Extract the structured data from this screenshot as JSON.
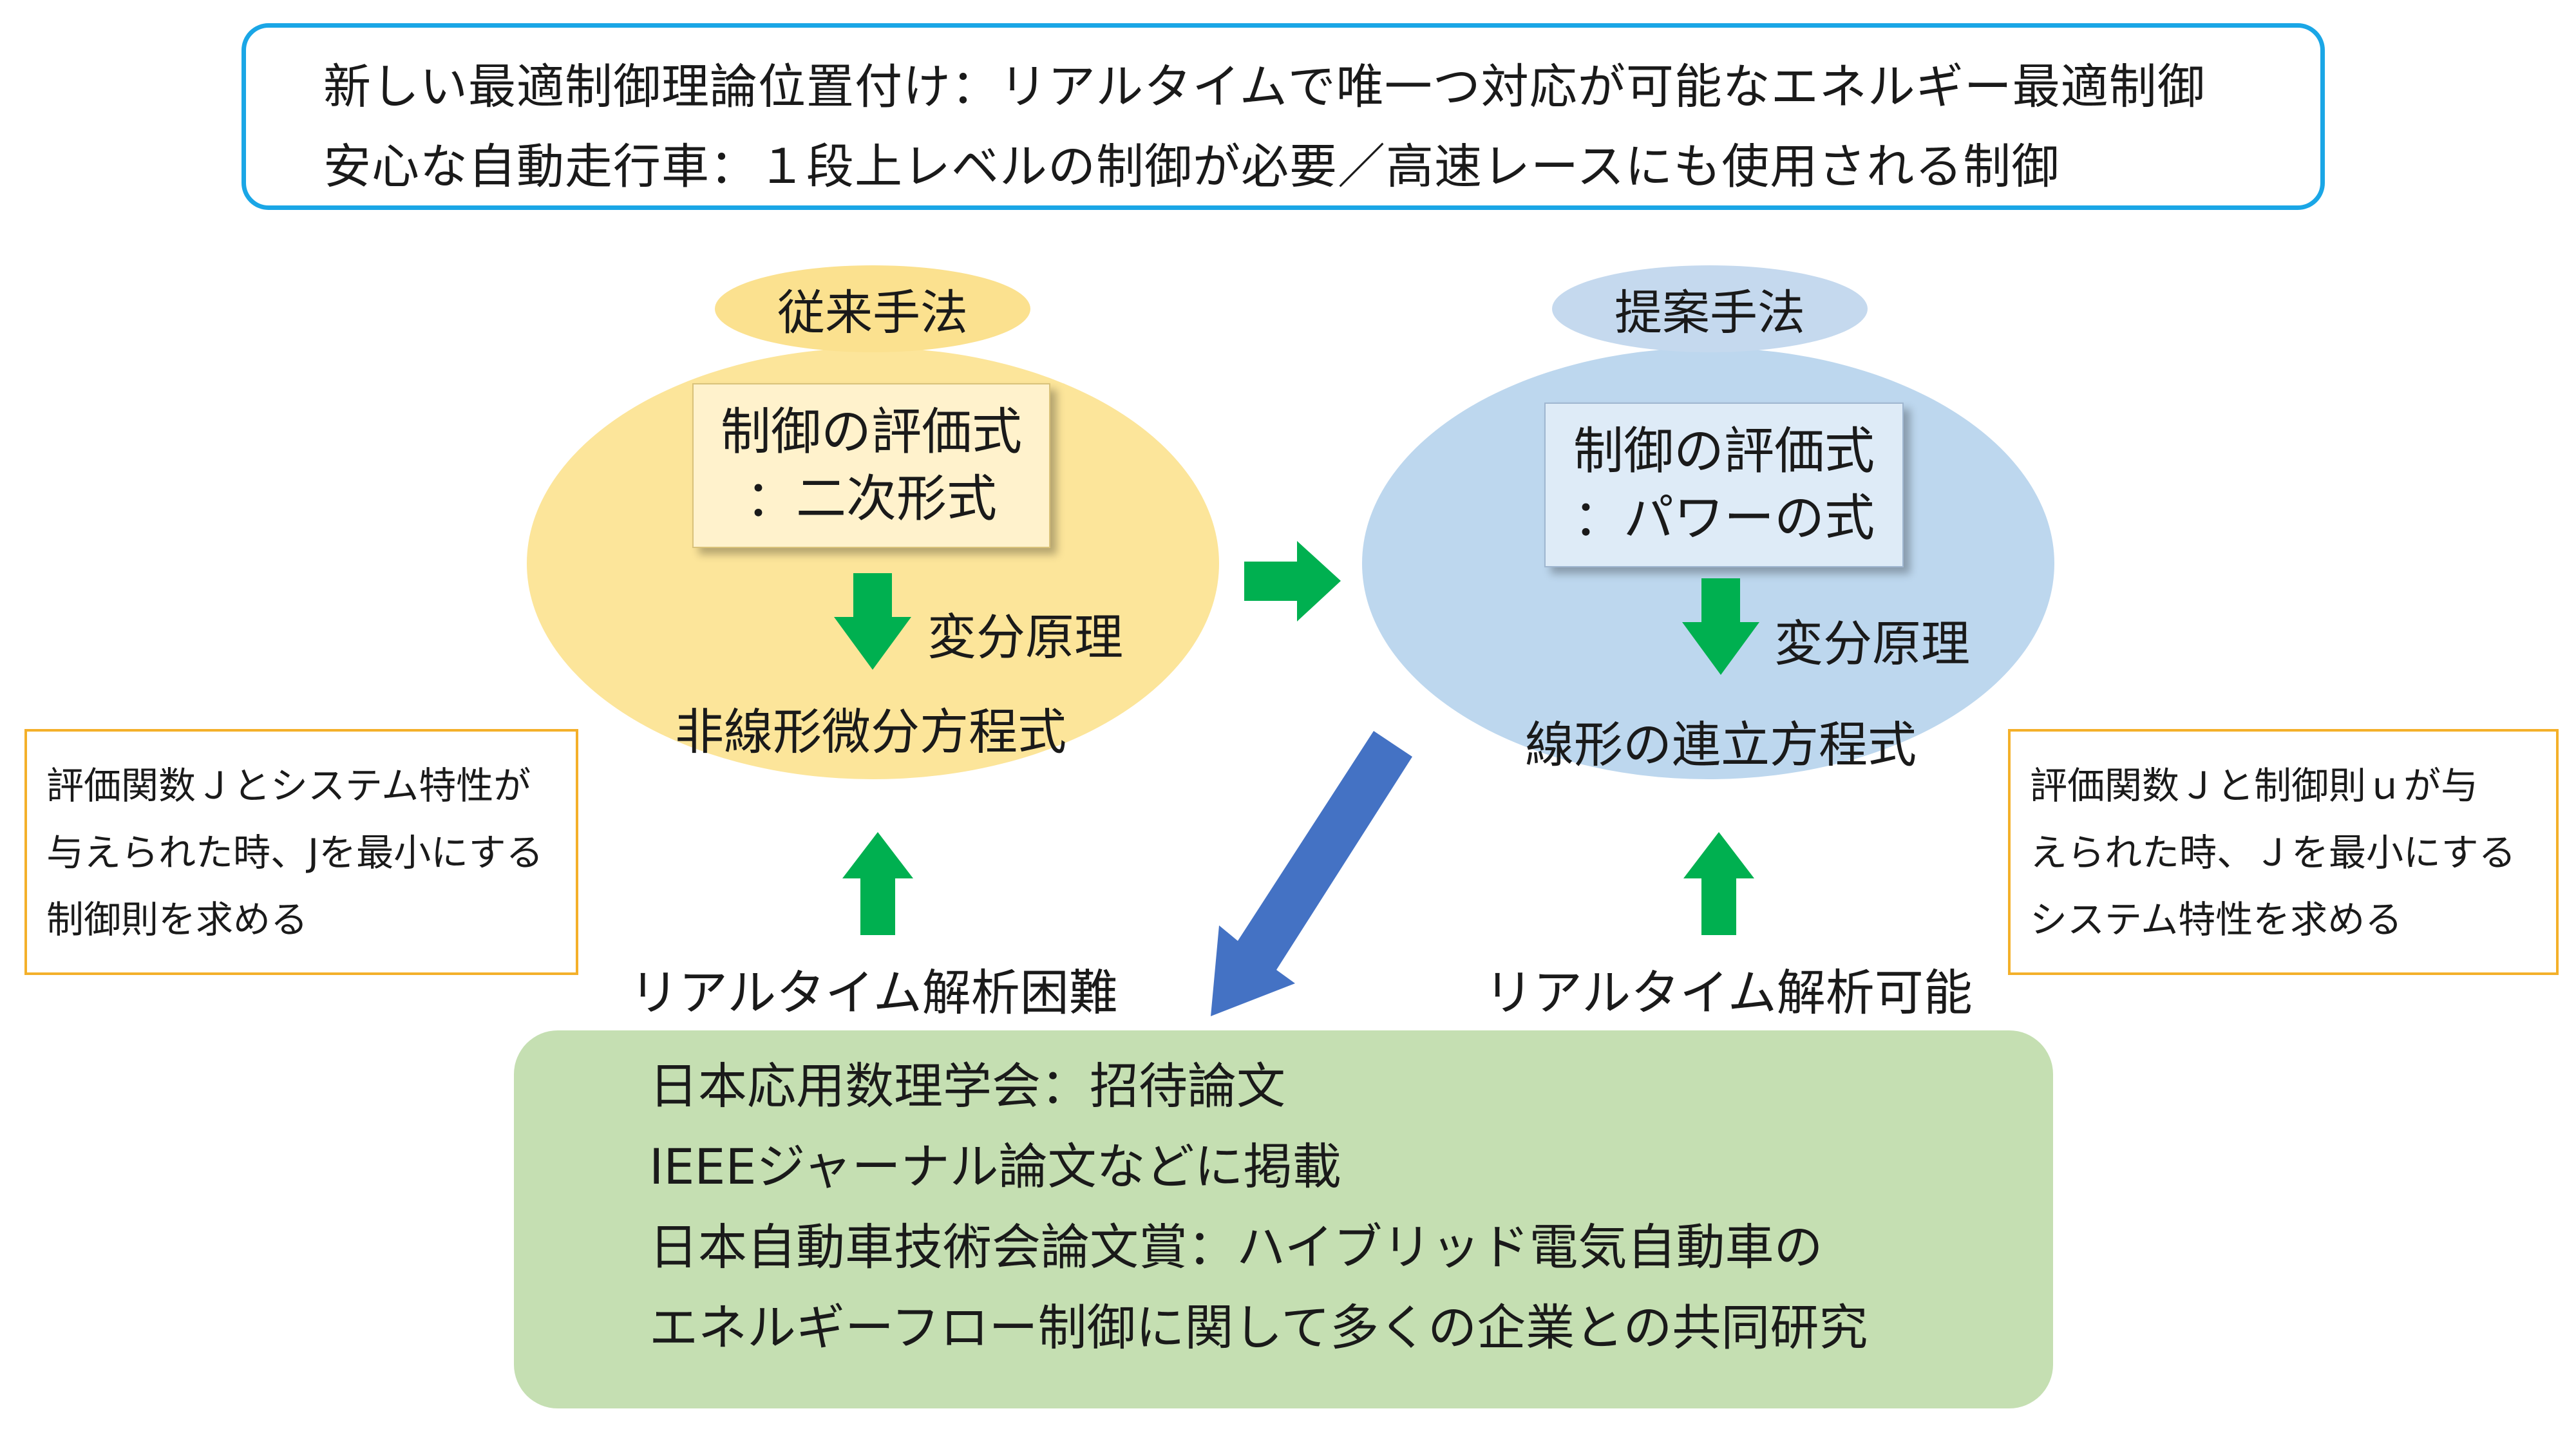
{
  "top_box": {
    "line1": "新しい最適制御理論位置付け：リアルタイムで唯一つ対応が可能なエネルギー最適制御",
    "line2": "安心な自動走行車：１段上レベルの制御が必要／高速レースにも使用される制御"
  },
  "conventional": {
    "tag": "従来手法",
    "eq_line1": "制御の評価式",
    "eq_line2": "：二次形式",
    "principle": "変分原理",
    "result": "非線形微分方程式",
    "realtime": "リアルタイム解析困難",
    "side_note": [
      "評価関数Ｊとシステム特性が",
      "与えられた時、Jを最小にする",
      "制御則を求める"
    ]
  },
  "proposed": {
    "tag": "提案手法",
    "eq_line1": "制御の評価式",
    "eq_line2": "：パワーの式",
    "principle": "変分原理",
    "result": "線形の連立方程式",
    "realtime": "リアルタイム解析可能",
    "side_note": [
      "評価関数Ｊと制御則ｕが与",
      "えられた時、Ｊを最小にする",
      "システム特性を求める"
    ]
  },
  "achievements": [
    "日本応用数理学会：招待論文",
    "IEEEジャーナル論文などに掲載",
    "日本自動車技術会論文賞：ハイブリッド電気自動車の",
    "エネルギーフロー制御に関して多くの企業との共同研究"
  ],
  "colors": {
    "top_border": "#1aa6e6",
    "conventional_fill": "#fce59a",
    "conventional_tag": "#fbe18f",
    "conventional_eq_box": "#fff2cc",
    "proposed_fill": "#bdd7ee",
    "proposed_tag": "#c5d9ee",
    "proposed_eq_box": "#deebf7",
    "green_arrow": "#00b050",
    "blue_arrow": "#4472c4",
    "side_border": "#f4b02a",
    "achievement_fill": "#c5dfb2"
  }
}
